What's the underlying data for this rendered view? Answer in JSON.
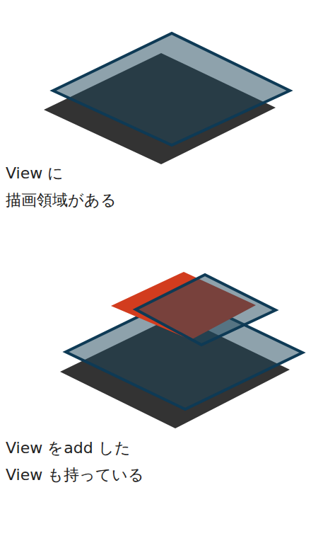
{
  "diagram": {
    "labels": [
      "View に",
      "描画領域がある",
      "View をadd した",
      "View も持っている"
    ]
  }
}
